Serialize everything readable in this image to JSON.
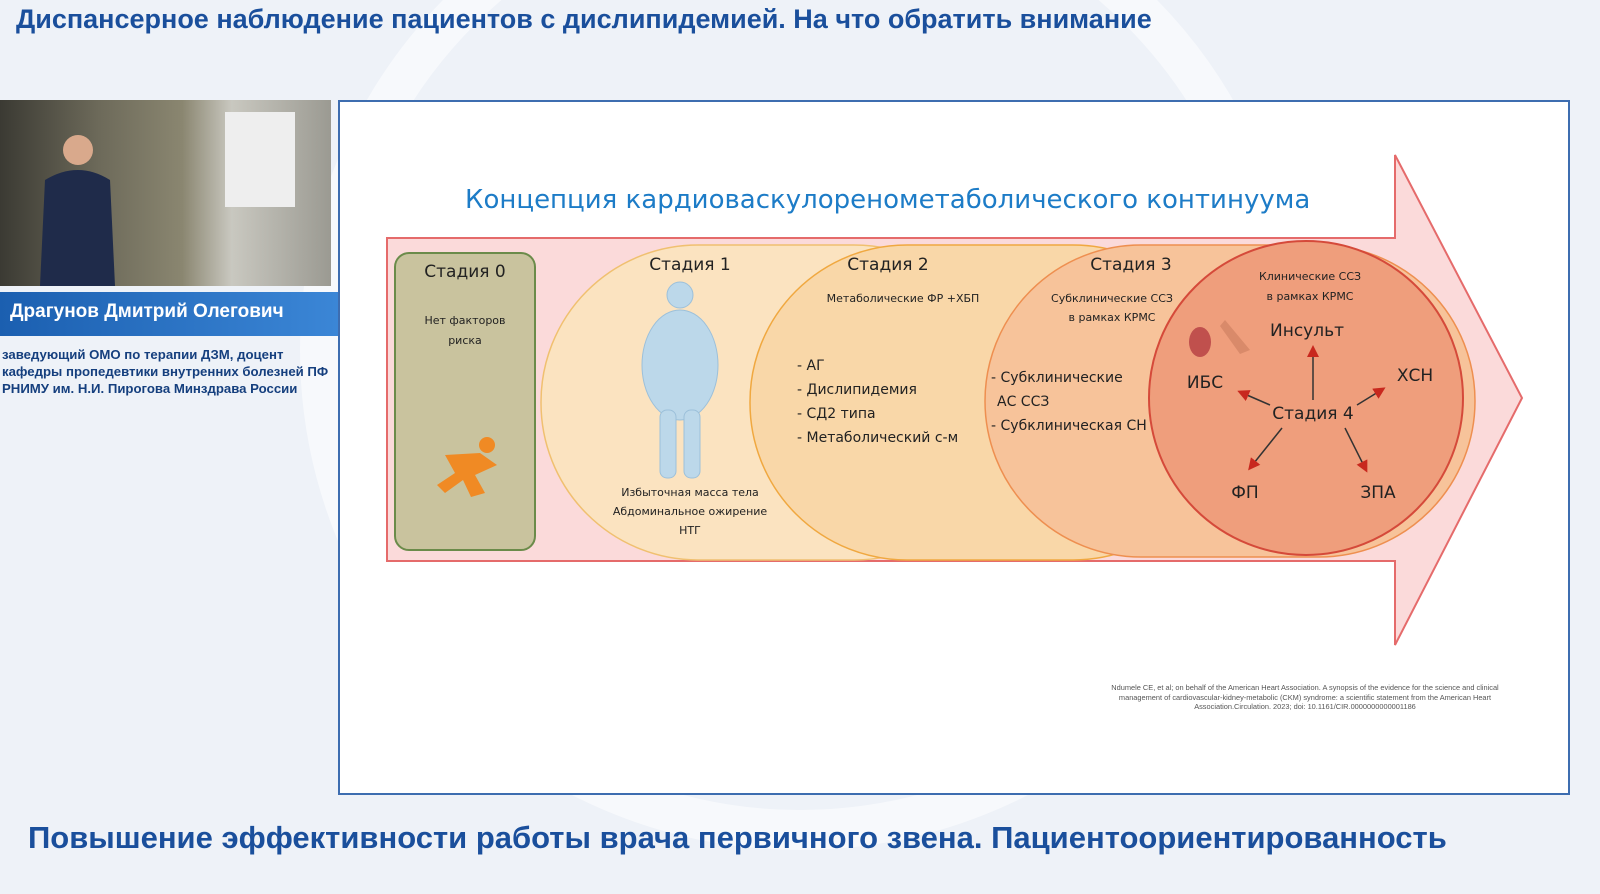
{
  "header": {
    "title": "Диспансерное наблюдение пациентов с дислипидемией. На что обратить внимание"
  },
  "speaker": {
    "name": "Драгунов Дмитрий Олегович",
    "role": "заведующий ОМО по терапии ДЗМ, доцент кафедры пропедевтики внутренних болезней ПФ РНИМУ им. Н.И. Пирогова Минздрава России"
  },
  "slide": {
    "title": "Концепция кардиоваскулоренометаболического континуума",
    "stage0": {
      "label": "Стадия 0",
      "desc1": "Нет факторов",
      "desc2": "риска"
    },
    "stage1": {
      "label": "Стадия 1",
      "desc1": "Избыточная масса тела",
      "desc2": "Абдоминальное ожирение",
      "desc3": "НТГ"
    },
    "stage2": {
      "label": "Стадия 2",
      "subtitle": "Метаболические ФР +ХБП",
      "items": [
        "- АГ",
        "- Дислипидемия",
        "- СД2 типа",
        "- Метаболический с-м"
      ]
    },
    "stage3": {
      "label": "Стадия 3",
      "subtitle1": "Субклинические ССЗ",
      "subtitle2": "в рамках КРМС",
      "items": [
        "- Субклинические",
        "АС ССЗ",
        "- Субклиническая СН"
      ]
    },
    "stage4": {
      "label": "Стадия 4",
      "subtitle1": "Клинические ССЗ",
      "subtitle2": "в рамках КРМС",
      "outcomes": {
        "stroke": "Инсульт",
        "ihd": "ИБС",
        "hf": "ХСН",
        "af": "ФП",
        "pad": "ЗПА"
      }
    },
    "citation": [
      "Ndumele CE, et al; on behalf of the American Heart Association. A synopsis of the evidence for the science and clinical",
      "management of cardiovascular-kidney-metabolic (CKM) syndrome: a scientific statement from the American Heart",
      "Association.Circulation. 2023; doi: 10.1161/CIR.0000000000001186"
    ]
  },
  "footer": {
    "title": "Повышение эффективности работы врача первичного звена. Пациентоориентированность"
  }
}
